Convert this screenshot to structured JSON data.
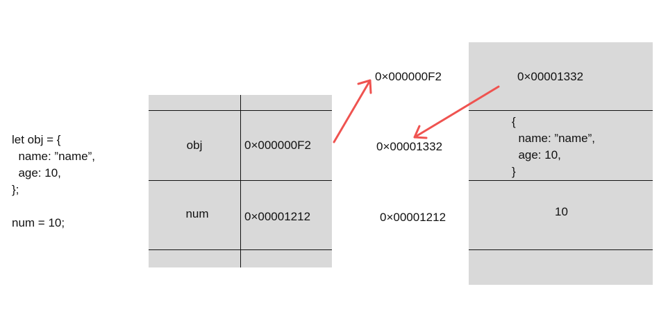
{
  "code": {
    "snippet": "let obj = {\n  name: ”name”,\n  age: 10,\n};\n\nnum = 10;"
  },
  "variables_table": {
    "rows": [
      {
        "name": "obj",
        "address": "0×000000F2"
      },
      {
        "name": "num",
        "address": "0×00001212"
      }
    ]
  },
  "address_column": {
    "pointer_top": "0×000000F2",
    "pointer_mid": "0×00001332",
    "pointer_bottom": "0×00001212"
  },
  "heap": {
    "header_address": "0×00001332",
    "object_value": "{\n  name: ”name”,\n  age: 10,\n}",
    "number_value": "10"
  },
  "colors": {
    "arrow": "#ef5350",
    "table_fill": "#d9d9d9",
    "line": "#111111"
  }
}
